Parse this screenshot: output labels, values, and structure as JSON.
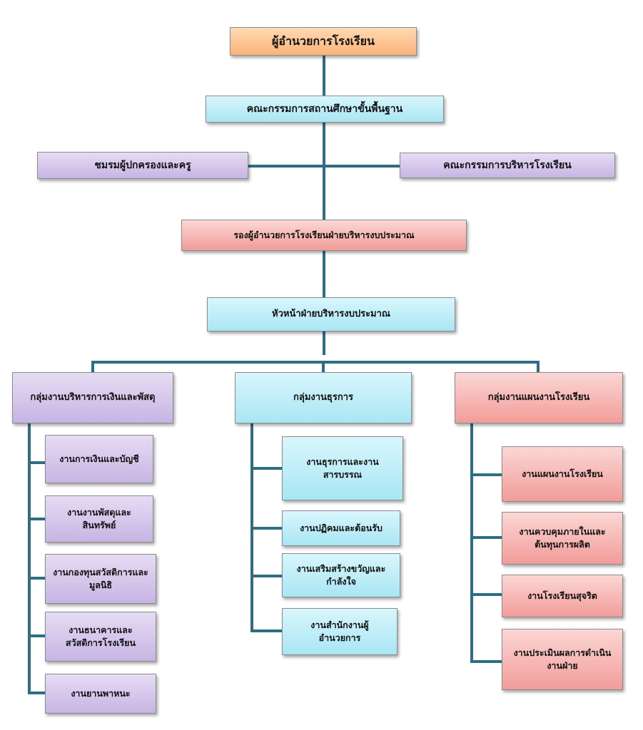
{
  "nodes": {
    "director": "ผู้อำนวยการโรงเรียน",
    "basic_education_board": "คณะกรรมการสถานศึกษาขั้นพื้นฐาน",
    "parent_teacher_club": "ชมรมผู้ปกครองและครู",
    "school_admin_board": "คณะกรรมการบริหารโรงเรียน",
    "deputy_director_budget": "รองผู้อำนวยการโรงเรียนฝ่ายบริหารงบประมาณ",
    "head_budget_dept": "หัวหน้าฝ่ายบริหารงบประมาณ"
  },
  "groups": {
    "finance": {
      "title": "กลุ่มงานบริหารการเงินและพัสดุ",
      "items": [
        "งานการเงินและบัญชี",
        "งานงานพัสดุและสินทรัพย์",
        "งานกองทุนสวัสดิการและมูลนิธิ",
        "งานธนาคารและสวัสดิการโรงเรียน",
        "งานยานพาหนะ"
      ]
    },
    "general_affairs": {
      "title": "กลุ่มงานธุรการ",
      "items": [
        "งานธุรการและงานสารบรรณ",
        "งานปฏิคมและต้อนรับ",
        "งานเสริมสร้างขวัญและกำลังใจ",
        "งานสำนักงานผู้อำนวยการ"
      ]
    },
    "planning": {
      "title": "กลุ่มงานแผนงานโรงเรียน",
      "items": [
        "งานแผนงานโรงเรียน",
        "งานควบคุมภายในและต้นทุนการผลิต",
        "งานโรงเรียนสุจริต",
        "งานประเมินผลการดำเนินงานฝ่าย"
      ]
    }
  },
  "colors": {
    "connector": "#2e6e84",
    "top": "#fbb47a",
    "board": "#a8e6f4",
    "support": "#c7b4e4",
    "deputy": "#f29c99"
  }
}
